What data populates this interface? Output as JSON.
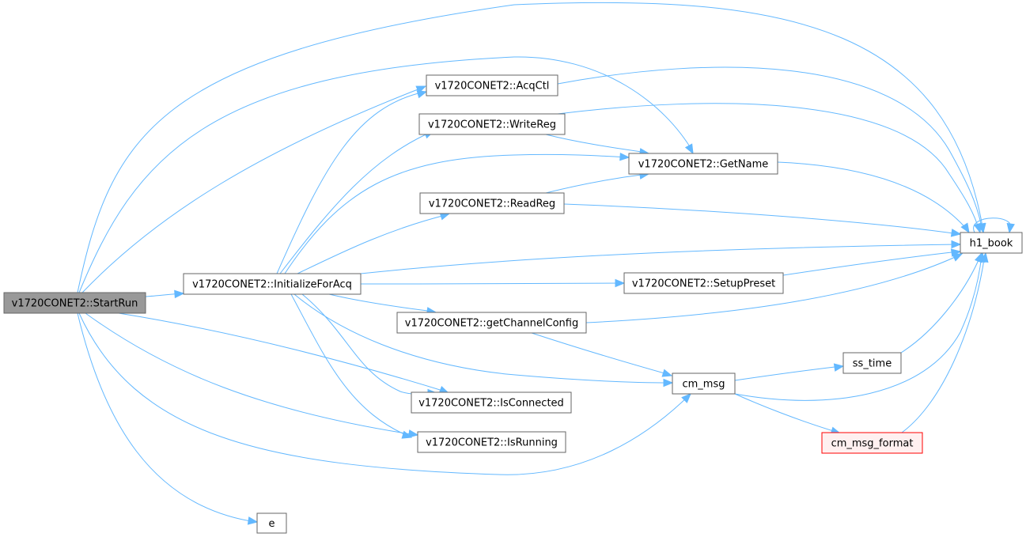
{
  "nodes": [
    {
      "id": "startrun",
      "label": "v1720CONET2::StartRun"
    },
    {
      "id": "init",
      "label": "v1720CONET2::InitializeForAcq"
    },
    {
      "id": "acqctl",
      "label": "v1720CONET2::AcqCtl"
    },
    {
      "id": "writereg",
      "label": "v1720CONET2::WriteReg"
    },
    {
      "id": "getname",
      "label": "v1720CONET2::GetName"
    },
    {
      "id": "readreg",
      "label": "v1720CONET2::ReadReg"
    },
    {
      "id": "h1book",
      "label": "h1_book"
    },
    {
      "id": "setuppreset",
      "label": "v1720CONET2::SetupPreset"
    },
    {
      "id": "getchannelconfig",
      "label": "v1720CONET2::getChannelConfig"
    },
    {
      "id": "cmmsg",
      "label": "cm_msg"
    },
    {
      "id": "sstime",
      "label": "ss_time"
    },
    {
      "id": "isconnected",
      "label": "v1720CONET2::IsConnected"
    },
    {
      "id": "isrunning",
      "label": "v1720CONET2::IsRunning"
    },
    {
      "id": "cmmsgformat",
      "label": "cm_msg_format"
    },
    {
      "id": "e",
      "label": "e"
    }
  ],
  "edges": [
    [
      "startrun",
      "h1book"
    ],
    [
      "startrun",
      "getname"
    ],
    [
      "startrun",
      "acqctl"
    ],
    [
      "startrun",
      "init"
    ],
    [
      "startrun",
      "isconnected"
    ],
    [
      "startrun",
      "isrunning"
    ],
    [
      "startrun",
      "cmmsg"
    ],
    [
      "startrun",
      "e"
    ],
    [
      "init",
      "acqctl"
    ],
    [
      "init",
      "writereg"
    ],
    [
      "init",
      "getname"
    ],
    [
      "init",
      "readreg"
    ],
    [
      "init",
      "h1book"
    ],
    [
      "init",
      "setuppreset"
    ],
    [
      "init",
      "getchannelconfig"
    ],
    [
      "init",
      "cmmsg"
    ],
    [
      "init",
      "isconnected"
    ],
    [
      "init",
      "isrunning"
    ],
    [
      "acqctl",
      "h1book"
    ],
    [
      "writereg",
      "getname"
    ],
    [
      "writereg",
      "h1book"
    ],
    [
      "getname",
      "h1book"
    ],
    [
      "readreg",
      "getname"
    ],
    [
      "readreg",
      "h1book"
    ],
    [
      "setuppreset",
      "h1book"
    ],
    [
      "getchannelconfig",
      "h1book"
    ],
    [
      "getchannelconfig",
      "cmmsg"
    ],
    [
      "cmmsg",
      "sstime"
    ],
    [
      "cmmsg",
      "h1book"
    ],
    [
      "cmmsg",
      "cmmsgformat"
    ],
    [
      "sstime",
      "h1book"
    ],
    [
      "cmmsgformat",
      "h1book"
    ],
    [
      "h1book",
      "h1book"
    ]
  ]
}
